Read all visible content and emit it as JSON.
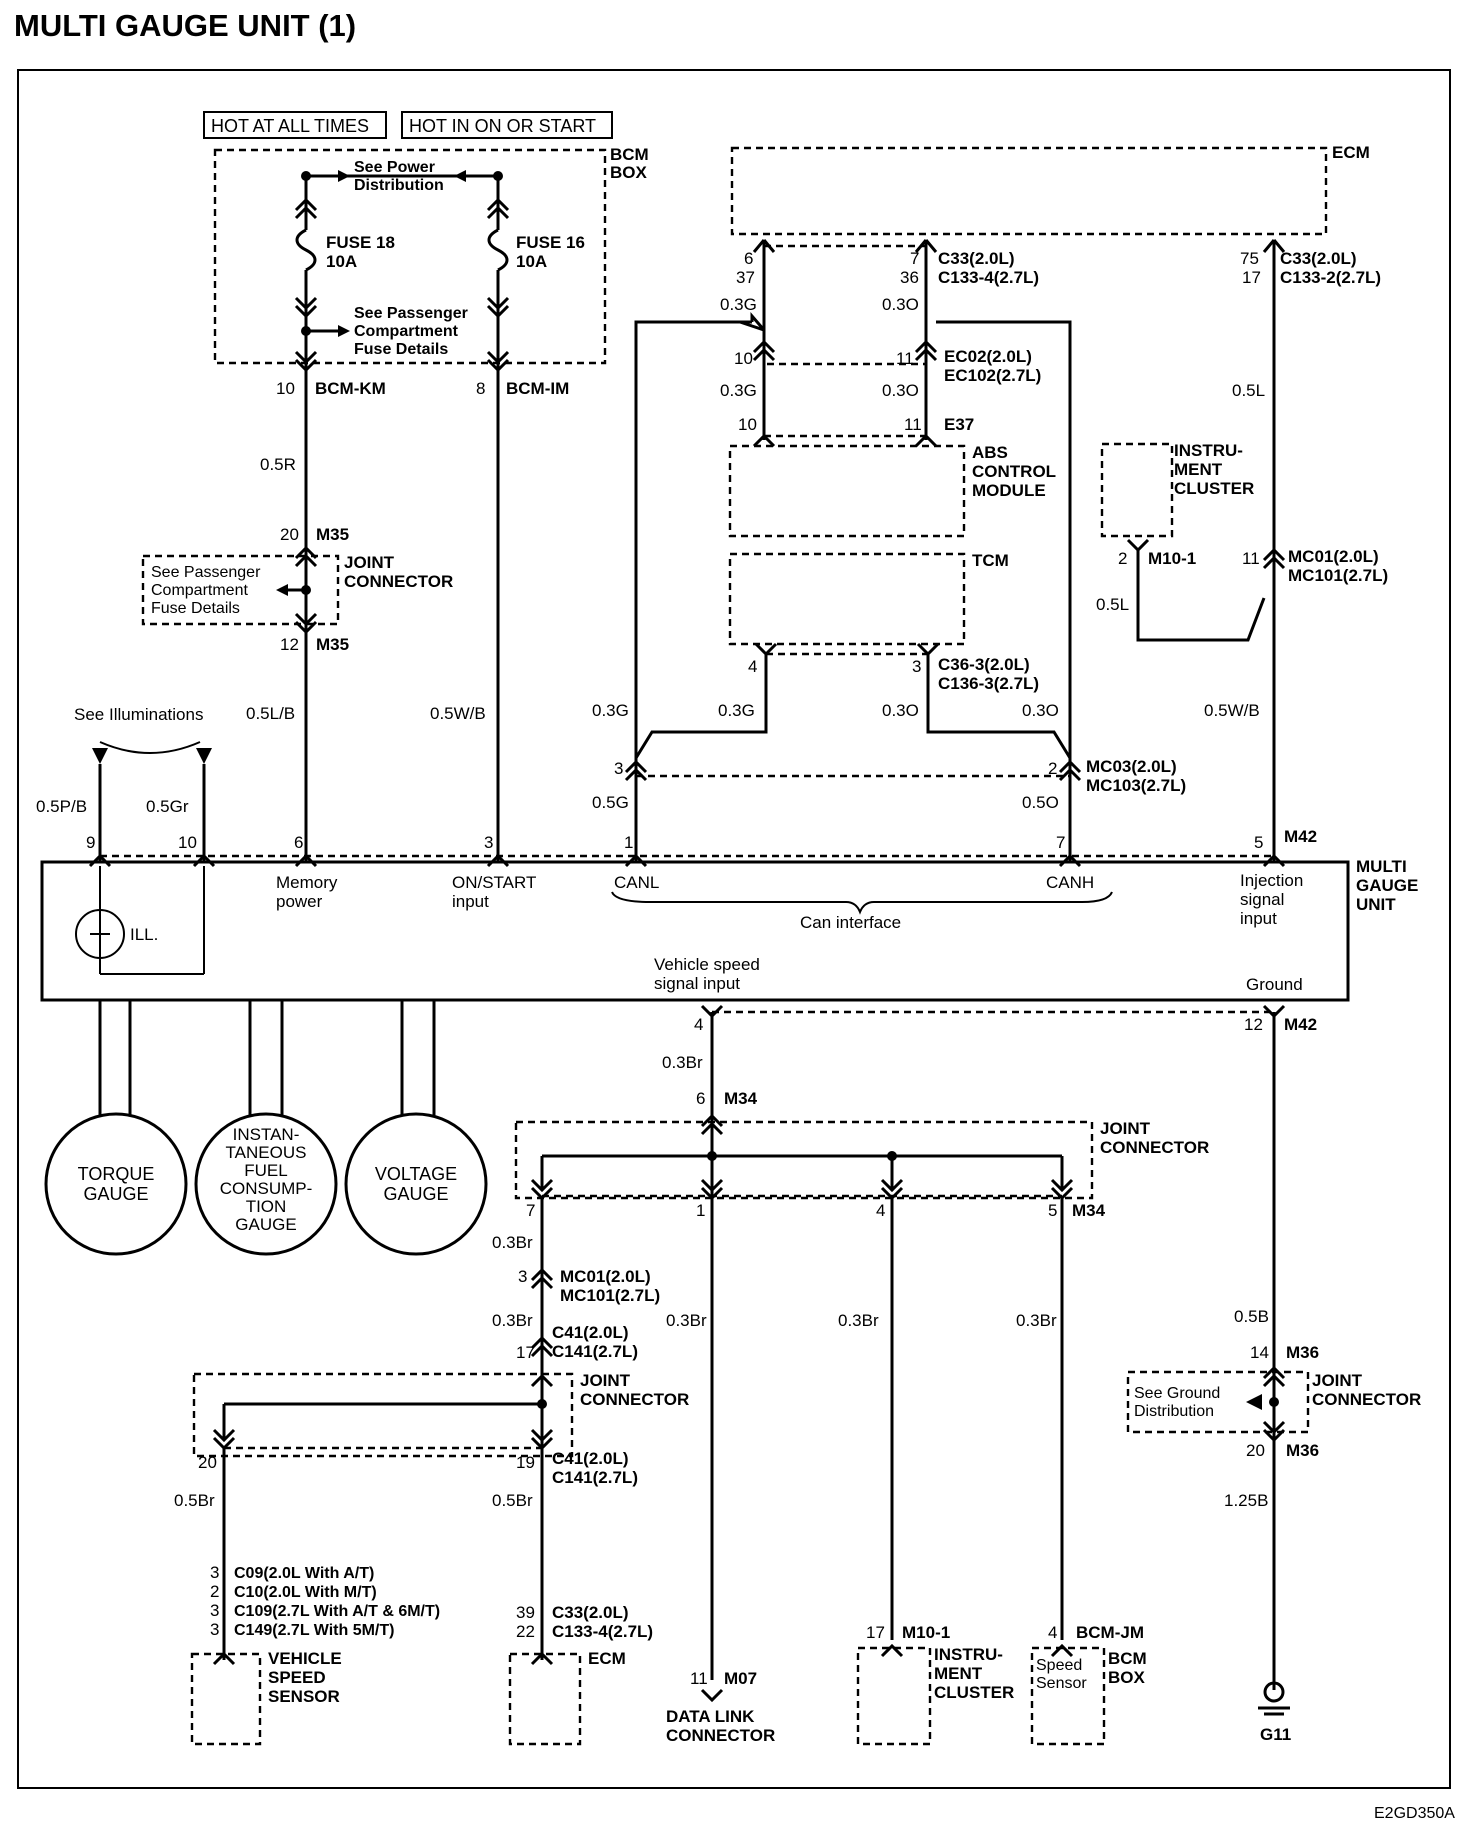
{
  "title": "MULTI GAUGE UNIT (1)",
  "figure_code": "E2GD350A",
  "power": {
    "hot_at_all_times": "HOT AT ALL TIMES",
    "hot_in_on_or_start": "HOT IN ON OR START",
    "bcm_box": [
      "BCM",
      "BOX"
    ],
    "see_power_distribution": [
      "See Power",
      "Distribution"
    ],
    "fuse18": [
      "FUSE 18",
      "10A"
    ],
    "fuse16": [
      "FUSE 16",
      "10A"
    ],
    "see_pass_comp": [
      "See Passenger",
      "Compartment",
      "Fuse Details"
    ],
    "bcm_km_pin": "10",
    "bcm_km": "BCM-KM",
    "bcm_im_pin": "8",
    "bcm_im": "BCM-IM",
    "wire_05R": "0.5R",
    "wire_05LB": "0.5L/B",
    "wire_05WB": "0.5W/B"
  },
  "joint_m35": {
    "pin20": "20",
    "m35a": "M35",
    "pin12": "12",
    "m35b": "M35",
    "label": [
      "JOINT",
      "CONNECTOR"
    ],
    "see_pass_comp": [
      "See Passenger",
      "Compartment",
      "Fuse Details"
    ]
  },
  "ecm_top": {
    "label": "ECM",
    "pins_a": [
      "6",
      "37"
    ],
    "pins_b": [
      "7",
      "36"
    ],
    "conn_b": [
      "C33(2.0L)",
      "C133-4(2.7L)"
    ],
    "pins_c": [
      "75",
      "17"
    ],
    "conn_c": [
      "C33(2.0L)",
      "C133-2(2.7L)"
    ],
    "wire_03G": "0.3G",
    "wire_03O": "0.3O",
    "wire_05L": "0.5L"
  },
  "abs": {
    "pin10a": "10",
    "pin11a": "11",
    "ec_conn": [
      "EC02(2.0L)",
      "EC102(2.7L)"
    ],
    "wire_03G": "0.3G",
    "wire_03O": "0.3O",
    "pin10b": "10",
    "pin11b": "11",
    "e37": "E37",
    "label": [
      "ABS",
      "CONTROL",
      "MODULE"
    ]
  },
  "tcm": {
    "label": "TCM",
    "pin4": "4",
    "pin3": "3",
    "conn": [
      "C36-3(2.0L)",
      "C136-3(2.7L)"
    ],
    "wire_03G_a": "0.3G",
    "wire_03G_b": "0.3G",
    "wire_03O_a": "0.3O",
    "wire_03O_b": "0.3O"
  },
  "cluster_top": {
    "label": [
      "INSTRU-",
      "MENT",
      "CLUSTER"
    ],
    "pin2": "2",
    "m10": "M10-1",
    "pin11": "11",
    "mc": [
      "MC01(2.0L)",
      "MC101(2.7L)"
    ],
    "wire_05L": "0.5L",
    "wire_05WB": "0.5W/B"
  },
  "mc03": {
    "pin3": "3",
    "pin2": "2",
    "conn": [
      "MC03(2.0L)",
      "MC103(2.7L)"
    ],
    "wire_05G": "0.5G",
    "wire_05O": "0.5O"
  },
  "illum": {
    "see": "See Illuminations",
    "wire_05PB": "0.5P/B",
    "wire_05Gr": "0.5Gr"
  },
  "mgu": {
    "label": [
      "MULTI",
      "GAUGE",
      "UNIT"
    ],
    "pins_top": [
      "9",
      "10",
      "6",
      "3",
      "1",
      "7",
      "5"
    ],
    "m42_top": "M42",
    "ill": "ILL.",
    "memory_power": [
      "Memory",
      "power"
    ],
    "on_start": [
      "ON/START",
      "input"
    ],
    "canl": "CANL",
    "canh": "CANH",
    "can_interface": "Can interface",
    "injection": [
      "Injection",
      "signal",
      "input"
    ],
    "vss_input": [
      "Vehicle speed",
      "signal input"
    ],
    "ground": "Ground",
    "pin4": "4",
    "pin12": "12",
    "m42_bot": "M42"
  },
  "gauges": {
    "torque": [
      "TORQUE",
      "GAUGE"
    ],
    "fuel": [
      "INSTAN-",
      "TANEOUS",
      "FUEL",
      "CONSUMP-",
      "TION",
      "GAUGE"
    ],
    "voltage": [
      "VOLTAGE",
      "GAUGE"
    ]
  },
  "joint_m34": {
    "wire_03Br": "0.3Br",
    "pin6": "6",
    "m34a": "M34",
    "label": [
      "JOINT",
      "CONNECTOR"
    ],
    "pins": [
      "7",
      "1",
      "4",
      "5"
    ],
    "m34b": "M34"
  },
  "lower_left": {
    "wire_03Br_a": "0.3Br",
    "pin3": "3",
    "mc": [
      "MC01(2.0L)",
      "MC101(2.7L)"
    ],
    "wire_03Br_b": "0.3Br",
    "pin17": "17",
    "c41a": [
      "C41(2.0L)",
      "C141(2.7L)"
    ],
    "joint_label": [
      "JOINT",
      "CONNECTOR"
    ],
    "pin20": "20",
    "pin19": "19",
    "c41b": [
      "C41(2.0L)",
      "C141(2.7L)"
    ],
    "wire_05Br_a": "0.5Br",
    "wire_05Br_b": "0.5Br",
    "vss_pins": [
      "3",
      "2",
      "3",
      "3"
    ],
    "vss_conn": [
      "C09(2.0L With A/T)",
      "C10(2.0L With M/T)",
      "C109(2.7L With A/T & 6M/T)",
      "C149(2.7L With 5M/T)"
    ],
    "vss_label": [
      "VEHICLE",
      "SPEED",
      "SENSOR"
    ],
    "ecm_pins": [
      "39",
      "22"
    ],
    "ecm_conn": [
      "C33(2.0L)",
      "C133-4(2.7L)"
    ],
    "ecm_label": "ECM"
  },
  "lower_mid": {
    "wire_03Br_dlc": "0.3Br",
    "wire_03Br_ic": "0.3Br",
    "wire_03Br_bcm": "0.3Br",
    "dlc_pin": "11",
    "m07": "M07",
    "dlc_label": [
      "DATA LINK",
      "CONNECTOR"
    ],
    "ic_pin": "17",
    "ic_conn": "M10-1",
    "ic_label": [
      "INSTRU-",
      "MENT",
      "CLUSTER"
    ],
    "bcm_pin": "4",
    "bcm_jm": "BCM-JM",
    "speed_sensor": [
      "Speed",
      "Sensor"
    ],
    "bcm_box": [
      "BCM",
      "BOX"
    ]
  },
  "ground": {
    "wire_05B": "0.5B",
    "pin14": "14",
    "m36a": "M36",
    "label": [
      "JOINT",
      "CONNECTOR"
    ],
    "see": [
      "See Ground",
      "Distribution"
    ],
    "pin20": "20",
    "m36b": "M36",
    "wire_125B": "1.25B",
    "g11": "G11"
  }
}
